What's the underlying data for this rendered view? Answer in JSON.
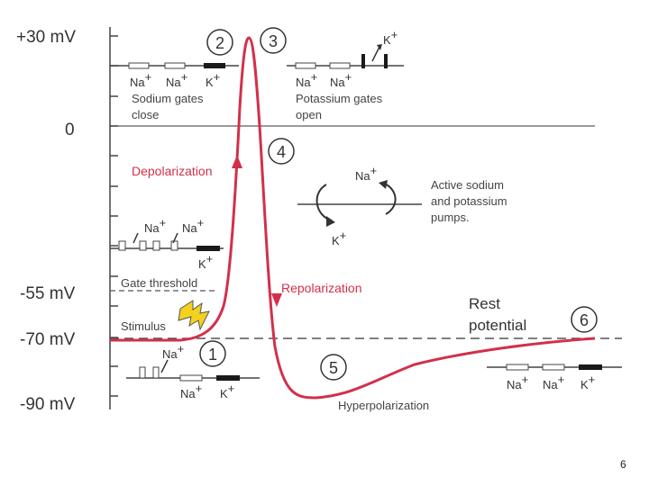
{
  "axis": {
    "label_plus30": "+30 mV",
    "label_zero": "0",
    "label_minus55": "-55 mV",
    "label_minus70": "-70 mV",
    "label_minus90": "-90 mV"
  },
  "steps": {
    "s1": "1",
    "s2": "2",
    "s3": "3",
    "s4": "4",
    "s5": "5",
    "s6": "6"
  },
  "labels": {
    "sodium_gates_close_1": "Sodium gates",
    "sodium_gates_close_2": "close",
    "potassium_gates_open_1": "Potassium gates",
    "potassium_gates_open_2": "open",
    "depolarization": "Depolarization",
    "repolarization": "Repolarization",
    "active_pumps_1": "Active sodium",
    "active_pumps_2": "and potassium",
    "active_pumps_3": "pumps.",
    "gate_threshold": "Gate threshold",
    "stimulus": "Stimulus",
    "rest_potential_1": "Rest",
    "rest_potential_2": "potential",
    "hyperpolarization": "Hyperpolarization"
  },
  "ions": {
    "na": "Na",
    "k": "K",
    "plus": "+"
  },
  "colors": {
    "curve": "#d2304a",
    "gate_dark": "#1a1a1a",
    "bolt": "#f2d21e",
    "axis": "#444444"
  },
  "page_number": "6"
}
